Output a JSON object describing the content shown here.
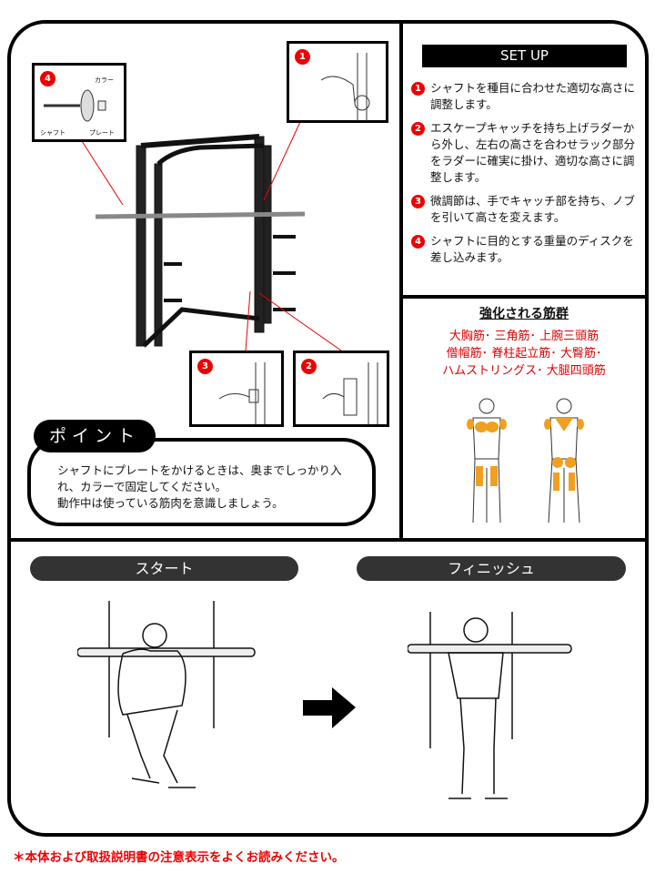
{
  "setup": {
    "title": "SET UP",
    "steps": [
      {
        "num": "1",
        "text": "シャフトを種目に合わせた適切な高さに調整します。"
      },
      {
        "num": "2",
        "text": "エスケープキャッチを持ち上げラダーから外し、左右の高さを合わせラック部分をラダーに確実に掛け、適切な高さに調整します。"
      },
      {
        "num": "3",
        "text": "微調節は、手でキャッチ部を持ち、ノブを引いて高さを変えます。"
      },
      {
        "num": "4",
        "text": "シャフトに目的とする重量のディスクを差し込みます。"
      }
    ]
  },
  "muscles": {
    "title": "強化される筋群",
    "lines": [
      "大胸筋･ 三角筋･ 上腕三頭筋",
      "僧帽筋･ 脊柱起立筋･ 大臀筋･",
      "ハムストリングス･ 大腿四頭筋"
    ]
  },
  "callouts": {
    "c1": "1",
    "c2": "2",
    "c3": "3",
    "c4": "4",
    "collar": "カラー",
    "shaft": "シャフト",
    "plate": "プレート"
  },
  "point": {
    "label": "ポイント",
    "lines": [
      "シャフトにプレートをかけるときは、奥までしっかり入",
      "れ、カラーで固定してください。",
      "動作中は使っている筋肉を意識しましょう。"
    ]
  },
  "exercise": {
    "start": "スタート",
    "finish": "フィニッシュ"
  },
  "footer": "＊本体および取扱説明書の注意表示をよくお読みください。",
  "colors": {
    "accent": "#e00000",
    "muscle_highlight": "#f0a020"
  }
}
